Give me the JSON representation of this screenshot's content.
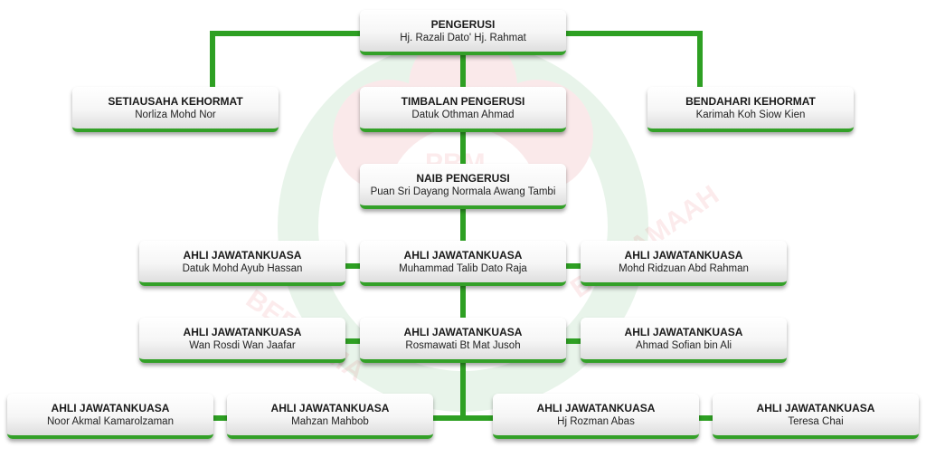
{
  "chart": {
    "root": {
      "title": "PENGERUSI",
      "name": "Hj. Razali Dato' Hj. Rahmat"
    },
    "left_honorary": {
      "title": "SETIAUSAHA KEHORMAT",
      "name": "Norliza Mohd Nor"
    },
    "deputy": {
      "title": "TIMBALAN PENGERUSI",
      "name": "Datuk Othman Ahmad"
    },
    "right_honorary": {
      "title": "BENDAHARI KEHORMAT",
      "name": "Karimah Koh Siow Kien"
    },
    "vice": {
      "title": "NAIB PENGERUSI",
      "name": "Puan Sri Dayang Normala Awang Tambi"
    },
    "row1": [
      {
        "title": "AHLI JAWATANKUASA",
        "name": "Datuk Mohd Ayub Hassan"
      },
      {
        "title": "AHLI JAWATANKUASA",
        "name": "Muhammad Talib Dato Raja"
      },
      {
        "title": "AHLI JAWATANKUASA",
        "name": "Mohd Ridzuan Abd Rahman"
      }
    ],
    "row2": [
      {
        "title": "AHLI JAWATANKUASA",
        "name": "Wan Rosdi Wan Jaafar"
      },
      {
        "title": "AHLI JAWATANKUASA",
        "name": "Rosmawati Bt Mat Jusoh"
      },
      {
        "title": "AHLI JAWATANKUASA",
        "name": "Ahmad Sofian bin Ali"
      }
    ],
    "row3": [
      {
        "title": "AHLI JAWATANKUASA",
        "name": "Noor Akmal Kamarolzaman"
      },
      {
        "title": "AHLI JAWATANKUASA",
        "name": "Mahzan Mahbob"
      },
      {
        "title": "AHLI JAWATANKUASA",
        "name": "Hj Rozman Abas"
      },
      {
        "title": "AHLI JAWATANKUASA",
        "name": "Teresa Chai"
      }
    ]
  },
  "colors": {
    "connector": "#2ea023",
    "accent_border": "#33a028",
    "watermark_green": "#2e9a3c",
    "watermark_red": "#d9363e"
  },
  "watermark": {
    "text_left": "BERSAMA",
    "text_right": "BERJAMAAH",
    "text_top": "PBM"
  }
}
